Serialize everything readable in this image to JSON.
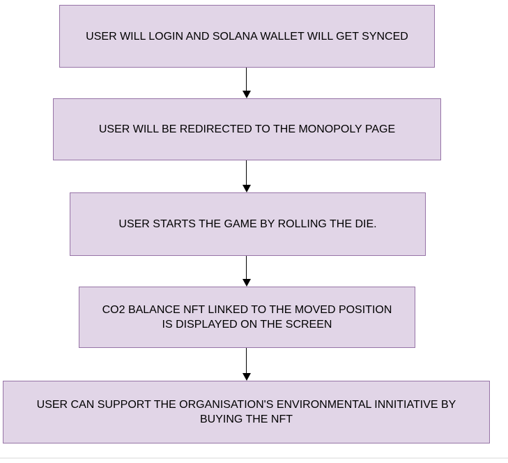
{
  "diagram": {
    "type": "flowchart",
    "direction": "top-down",
    "nodes": [
      {
        "id": "step-1",
        "label": "USER WILL LOGIN AND SOLANA WALLET WILL GET SYNCED",
        "lines": [
          "USER WILL LOGIN AND SOLANA WALLET WILL GET SYNCED"
        ]
      },
      {
        "id": "step-2",
        "label": "USER WILL BE REDIRECTED TO THE MONOPOLY PAGE",
        "lines": [
          "USER WILL BE REDIRECTED TO THE MONOPOLY PAGE"
        ]
      },
      {
        "id": "step-3",
        "label": "USER STARTS THE GAME BY ROLLING THE DIE.",
        "lines": [
          "USER STARTS THE GAME BY ROLLING THE DIE."
        ]
      },
      {
        "id": "step-4",
        "label": "CO2 BALANCE NFT LINKED TO THE MOVED POSITION IS DISPLAYED ON THE SCREEN",
        "lines": [
          "CO2 BALANCE NFT LINKED TO THE MOVED POSITION",
          "IS DISPLAYED ON THE SCREEN"
        ]
      },
      {
        "id": "step-5",
        "label": "USER CAN SUPPORT THE ORGANISATION'S ENVIRONMENTAL INNITIATIVE BY BUYING THE NFT",
        "lines": [
          "USER CAN SUPPORT THE ORGANISATION'S ENVIRONMENTAL INNITIATIVE BY",
          "BUYING THE NFT"
        ]
      }
    ],
    "edges": [
      {
        "from": "step-1",
        "to": "step-2"
      },
      {
        "from": "step-2",
        "to": "step-3"
      },
      {
        "from": "step-3",
        "to": "step-4"
      },
      {
        "from": "step-4",
        "to": "step-5"
      }
    ],
    "colors": {
      "node_fill": "#e1d5e7",
      "node_border": "#9673a6",
      "arrow": "#000000",
      "background": "#ffffff",
      "footer_divider": "#ebebeb",
      "text": "#000000"
    }
  }
}
